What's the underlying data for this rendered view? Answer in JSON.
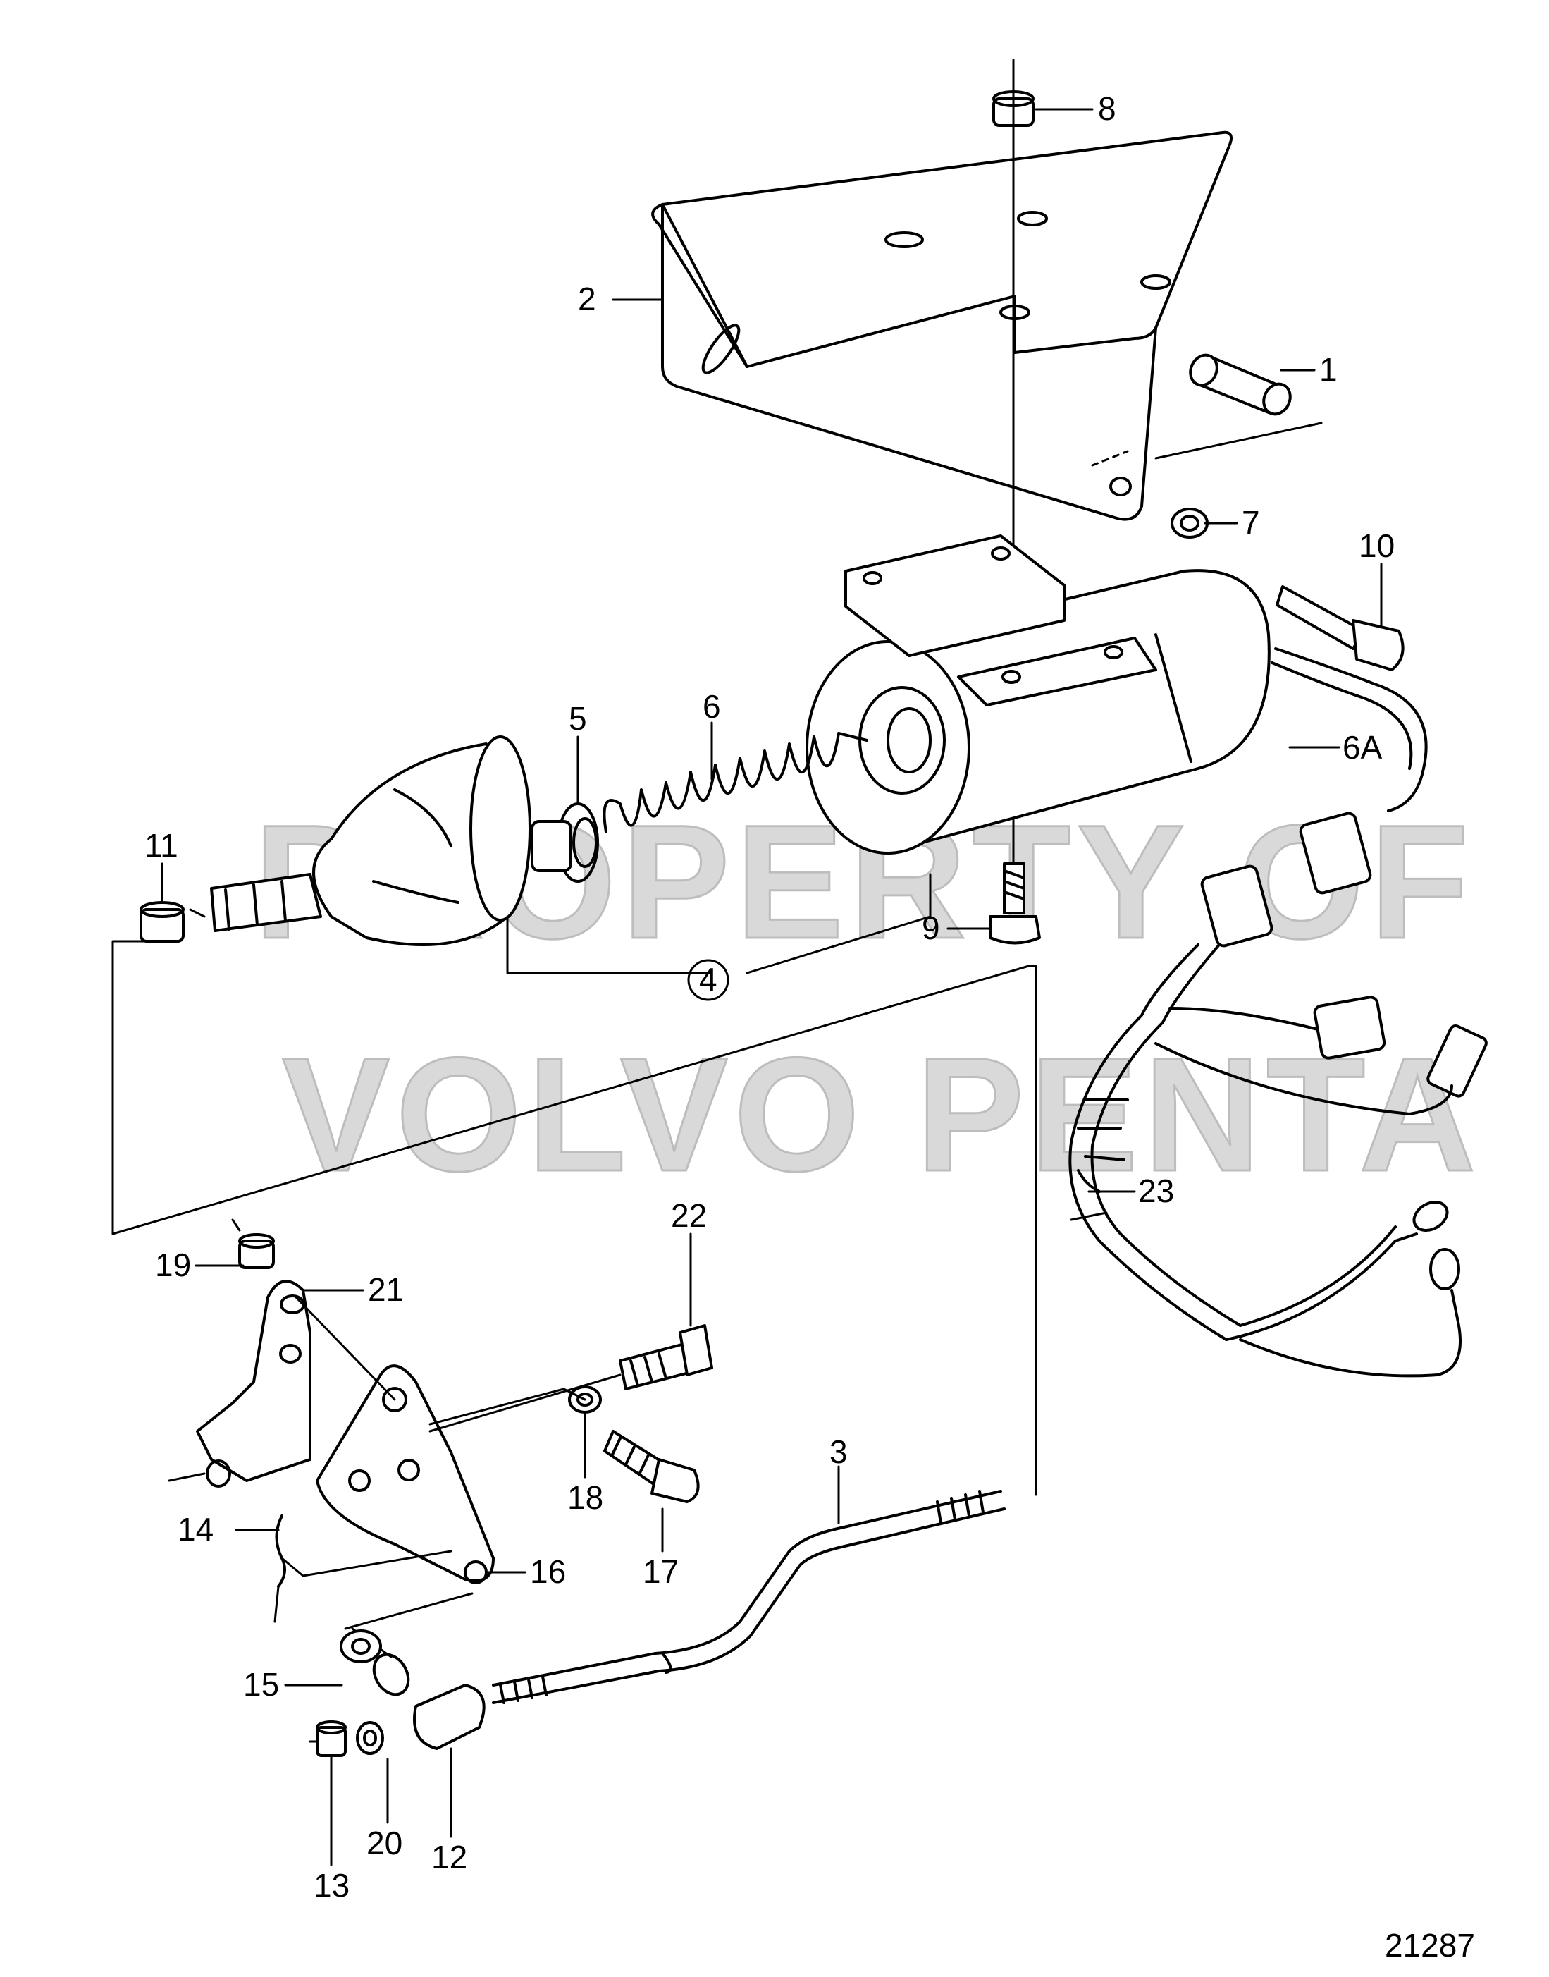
{
  "figure": {
    "number": "21287"
  },
  "watermark": {
    "line1": "PROPERTY OF",
    "line2": "VOLVO PENTA"
  },
  "callouts": [
    {
      "key": "p1",
      "label": "1"
    },
    {
      "key": "p2",
      "label": "2"
    },
    {
      "key": "p3",
      "label": "3"
    },
    {
      "key": "p4",
      "label": "4"
    },
    {
      "key": "p5",
      "label": "5"
    },
    {
      "key": "p6",
      "label": "6"
    },
    {
      "key": "p6a",
      "label": "6A"
    },
    {
      "key": "p7",
      "label": "7"
    },
    {
      "key": "p8",
      "label": "8"
    },
    {
      "key": "p9",
      "label": "9"
    },
    {
      "key": "p10",
      "label": "10"
    },
    {
      "key": "p11",
      "label": "11"
    },
    {
      "key": "p12",
      "label": "12"
    },
    {
      "key": "p13",
      "label": "13"
    },
    {
      "key": "p14",
      "label": "14"
    },
    {
      "key": "p15",
      "label": "15"
    },
    {
      "key": "p16",
      "label": "16"
    },
    {
      "key": "p17",
      "label": "17"
    },
    {
      "key": "p18",
      "label": "18"
    },
    {
      "key": "p19",
      "label": "19"
    },
    {
      "key": "p20",
      "label": "20"
    },
    {
      "key": "p21",
      "label": "21"
    },
    {
      "key": "p22",
      "label": "22"
    },
    {
      "key": "p23",
      "label": "23"
    }
  ]
}
